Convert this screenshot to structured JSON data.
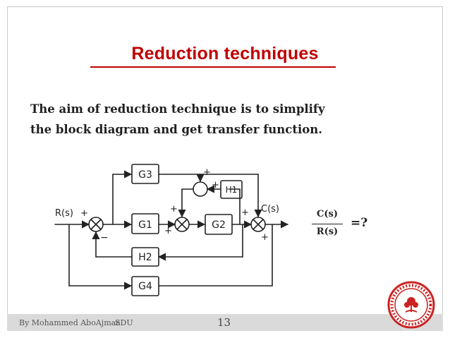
{
  "slide": {
    "title": "Reduction techniques",
    "intro_lines": [
      "The aim of reduction technique is to simplify",
      "the block diagram and get transfer function."
    ]
  },
  "diagram": {
    "blocks": [
      "G3",
      "G1",
      "G2",
      "H1",
      "H2",
      "G4"
    ],
    "input": "R(s)",
    "output": "C(s)",
    "signs": {
      "plus": "+",
      "minus": "−"
    }
  },
  "transfer_function": {
    "numerator": "C(s)",
    "denominator": "R(s)",
    "equals": "=?"
  },
  "footer": {
    "author": "By Mohammed AboAjmaa",
    "org": "SDU",
    "page": "13"
  },
  "colors": {
    "title": "#c00000",
    "footer_bg": "#dadada",
    "seal": "#cc2222"
  }
}
